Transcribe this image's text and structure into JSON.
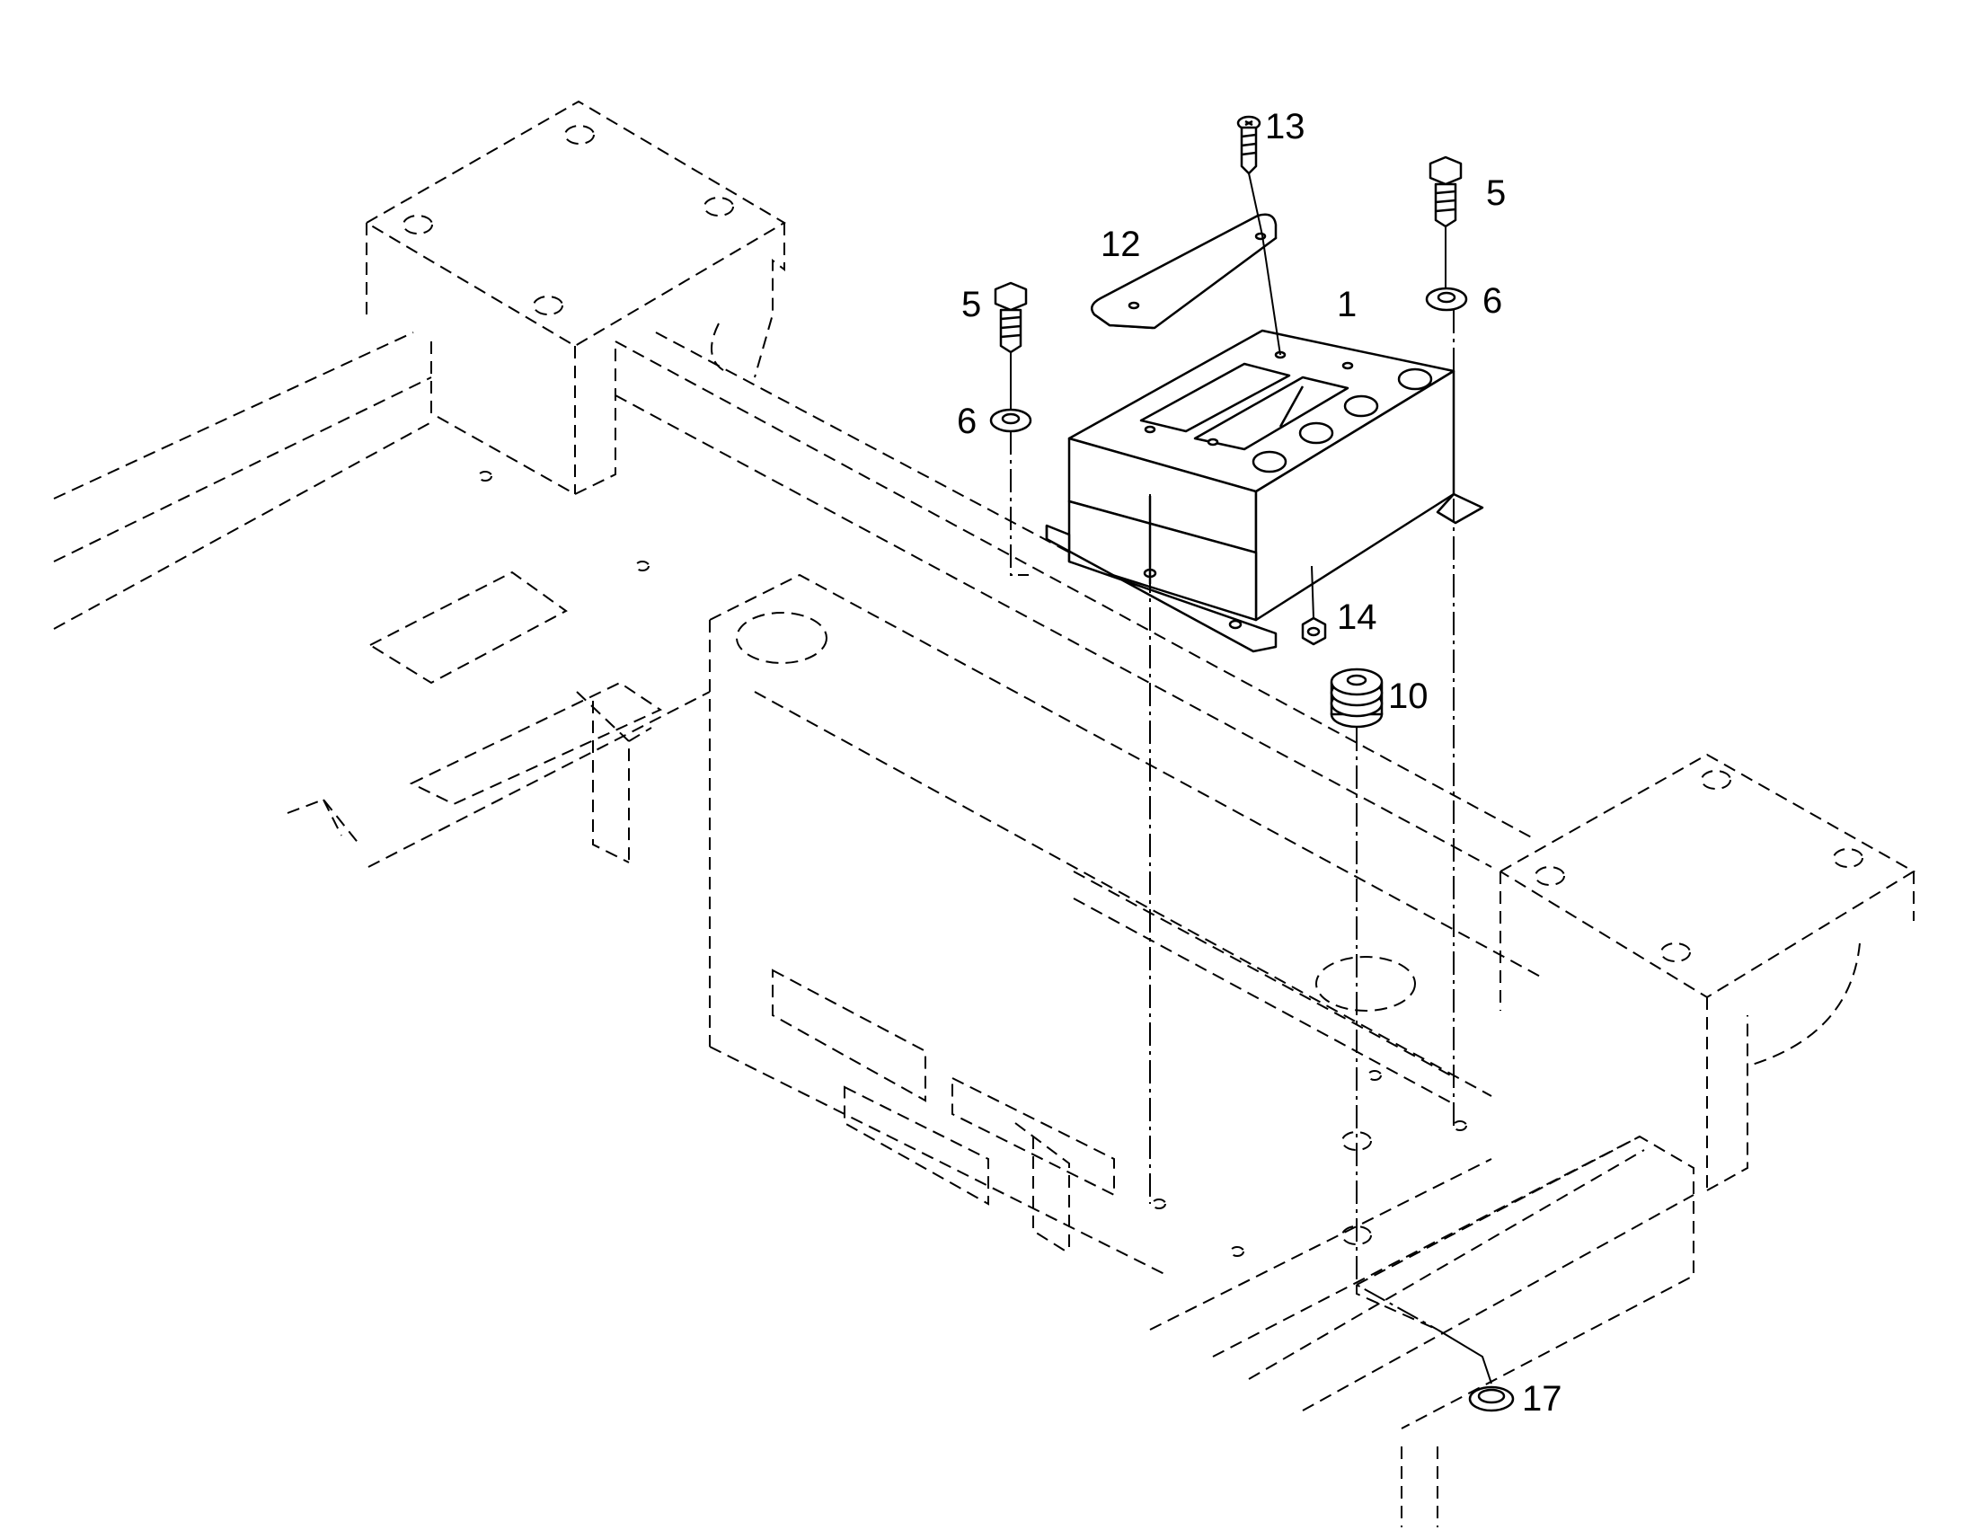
{
  "diagram": {
    "callouts": [
      {
        "id": "p1",
        "text": "1"
      },
      {
        "id": "p5a",
        "text": "5"
      },
      {
        "id": "p5b",
        "text": "5"
      },
      {
        "id": "p6a",
        "text": "6"
      },
      {
        "id": "p6b",
        "text": "6"
      },
      {
        "id": "p10",
        "text": "10"
      },
      {
        "id": "p12",
        "text": "12"
      },
      {
        "id": "p13",
        "text": "13"
      },
      {
        "id": "p14",
        "text": "14"
      },
      {
        "id": "p17",
        "text": "17"
      }
    ]
  }
}
